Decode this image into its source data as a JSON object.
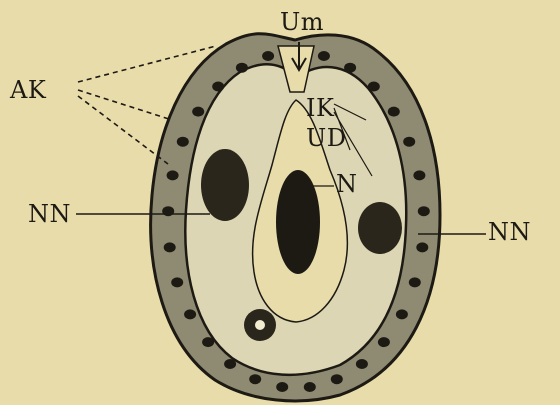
{
  "labels": {
    "um": "Um",
    "ak": "AK",
    "ik": "IK",
    "ud": "UD",
    "n": "N",
    "nn_left": "NN",
    "nn_right": "NN"
  },
  "colors": {
    "background": "#e7dcaa",
    "outer_cell": "#8f8a72",
    "inner_cell": "#ddd6b4",
    "ink": "#1d1a14"
  }
}
